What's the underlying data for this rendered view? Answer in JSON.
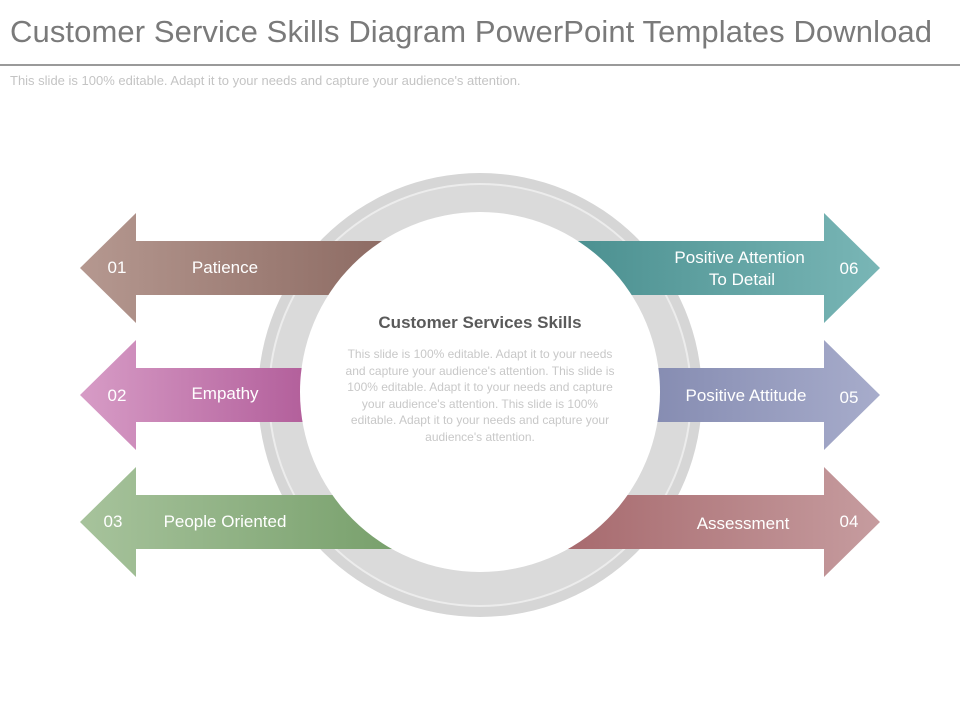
{
  "header": {
    "title": "Customer Service Skills Diagram PowerPoint Templates Download",
    "subtitle": "This slide is 100% editable. Adapt it to your needs and capture your audience's attention."
  },
  "center": {
    "title": "Customer Services Skills",
    "body": "This slide is 100% editable. Adapt it to your needs and capture your audience's attention. This slide is 100% editable. Adapt it to your needs and capture your audience's attention. This slide is 100% editable. Adapt it to your needs and capture your audience's attention."
  },
  "skills": [
    {
      "number": "01",
      "label": "Patience",
      "color": "#a8857c"
    },
    {
      "number": "02",
      "label": "Empathy",
      "color": "#c06aa6"
    },
    {
      "number": "03",
      "label": "People Oriented",
      "color": "#8cab80"
    },
    {
      "number": "04",
      "label": "Assessment",
      "color": "#b0787b"
    },
    {
      "number": "05",
      "label": "Positive Attitude",
      "color": "#8b92b6"
    },
    {
      "number": "06",
      "label": "Positive Attention To Detail",
      "color": "#5e9e9e"
    }
  ]
}
